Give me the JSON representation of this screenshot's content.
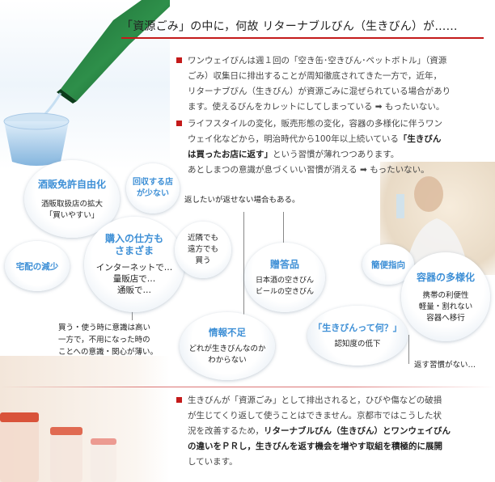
{
  "title": "「資源ごみ」の中に，何故 リターナブルびん（生きびん）が……",
  "colors": {
    "accent": "#c41a1a",
    "bubble_heading": "#3d8fd6"
  },
  "paragraphs": {
    "p1": {
      "lines": [
        "ワンウェイびんは週１回の「空き缶･空きびん･ペットボトル」（資源",
        "ごみ）収集日に排出することが周知徹底されてきた一方で，近年，",
        "リターナブびん（生きびん）が資源ごみに混ぜられている場合があり",
        "ます。使えるびんをカレットにしてしまっている",
        "もったいない。"
      ],
      "arrow": "➡"
    },
    "p2": {
      "line1": "ライフスタイルの変化，販売形態の変化，容器の多様化に伴うワン",
      "line2_pre": "ウェイ化などから，明治時代から100年以上続いている",
      "line2_bold": "「生きびん",
      "line3_bold": "は買ったお店に返す」",
      "line3_post": "という習慣が薄れつつあります。",
      "line4_pre": "あとしまつの意識が息づくいい習慣が消える",
      "line4_post": "もったいない。",
      "arrow": "➡"
    },
    "p3": {
      "line1": "生きびんが「資源ごみ」として排出されると，ひびや傷などの破損",
      "line2": "が生じてくり返して使うことはできません。京都市ではこうした状",
      "line3_pre": "況を改善するため，",
      "line3_bold": "リターナブルびん（生きびん）とワンウェイびん",
      "line4_bold": "の違いをＰＲし，生きびんを返す機会を増やす取組を積極的に展開",
      "line5": "しています。"
    }
  },
  "bubbles": {
    "liquor": {
      "head": "酒販免許自由化",
      "sub1": "酒販取扱店の拡大",
      "sub2": "「買いやすい」"
    },
    "fewer_stores": {
      "head1": "回収する店",
      "head2": "が少ない"
    },
    "delivery": {
      "head": "宅配の減少"
    },
    "purchase": {
      "head1": "購入の仕方も",
      "head2": "さまざま",
      "sub1": "インターネットで…",
      "sub2": "量販店で…",
      "sub3": "通販で…"
    },
    "nearby": {
      "sub1": "近隣でも",
      "sub2": "遠方でも",
      "sub3": "買う"
    },
    "gift": {
      "head": "贈答品",
      "sub1": "日本酒の空きびん",
      "sub2": "ビールの空きびん"
    },
    "convenience": {
      "head": "簡便指向"
    },
    "containers": {
      "head": "容器の多様化",
      "sub1": "携帯の利便性",
      "sub2": "軽量・割れない",
      "sub3": "容器へ移行"
    },
    "info": {
      "head": "情報不足",
      "sub1": "どれが生きびんなのか",
      "sub2": "わからない"
    },
    "what": {
      "head": "「生きびんって何？」",
      "sub1": "認知度の低下"
    }
  },
  "notes": {
    "cannot_return": "返したいが返せない場合もある。",
    "consumer1": "買う・使う時に意識は高い",
    "consumer2": "一方で，不用になった時の",
    "consumer3": "ことへの意識・関心が薄い。",
    "habit": "返す習慣がない…"
  }
}
